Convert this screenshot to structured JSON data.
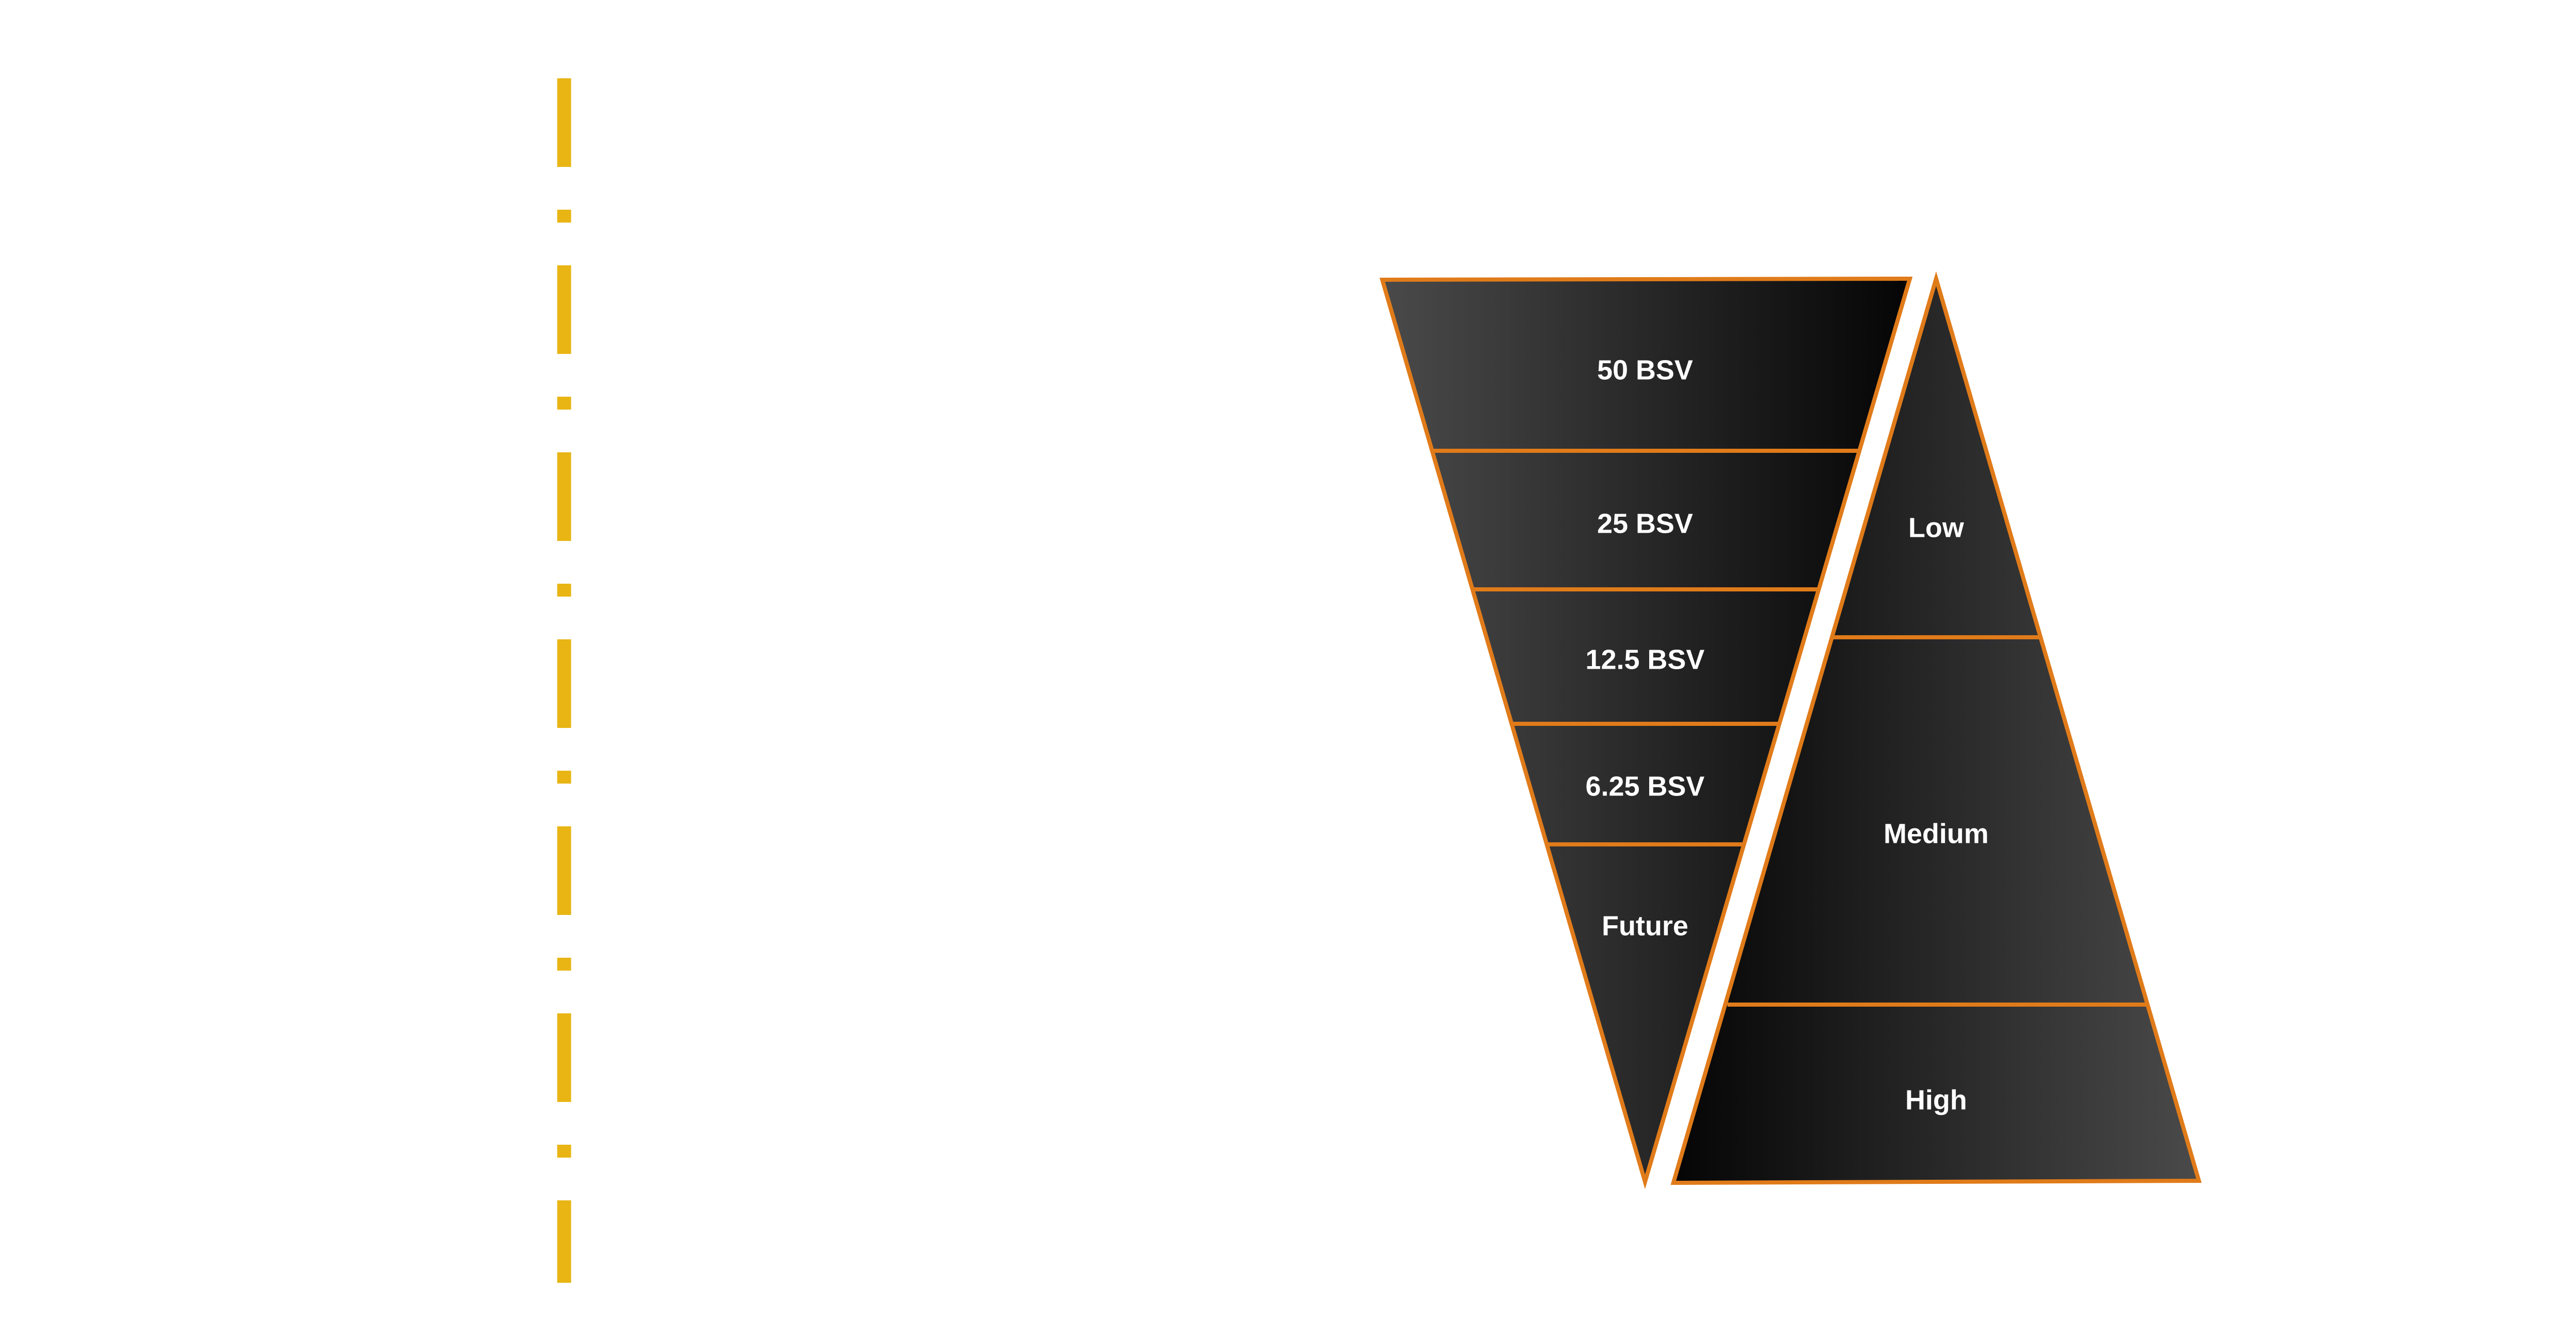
{
  "colors": {
    "outline": "#E07B1A",
    "timeline": "#E8B514",
    "fill_dark": "#050505",
    "fill_light": "#4a4a4a",
    "text": "#FFFFFF"
  },
  "reward_funnel": {
    "segments": [
      {
        "label": "50 BSV"
      },
      {
        "label": "25 BSV"
      },
      {
        "label": "12.5 BSV"
      },
      {
        "label": "6.25 BSV"
      },
      {
        "label": "Future"
      }
    ]
  },
  "fee_pyramid": {
    "segments": [
      {
        "label": "Low"
      },
      {
        "label": "Medium"
      },
      {
        "label": "High"
      }
    ]
  }
}
